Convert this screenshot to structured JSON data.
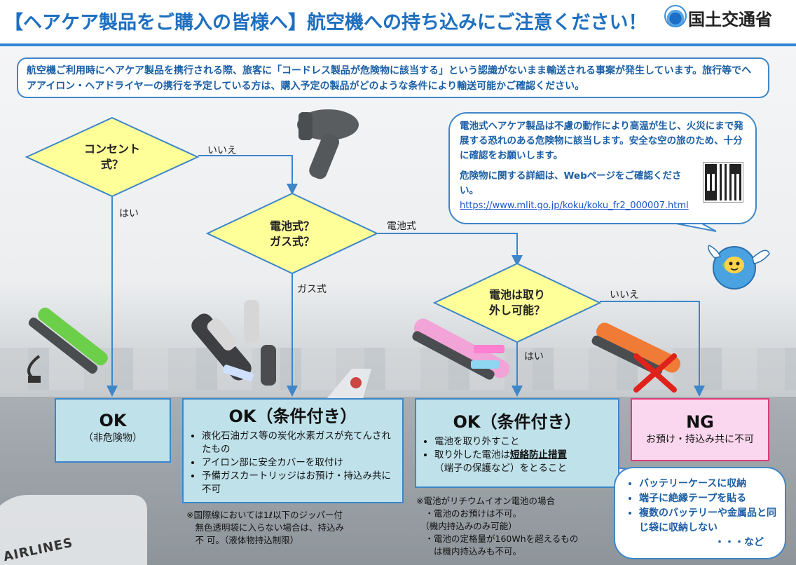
{
  "header": {
    "title": "【ヘアケア製品をご購入の皆様へ】航空機への持ち込みにご注意ください！",
    "org_name": "国土交通省"
  },
  "intro": {
    "text": "航空機ご利用時にヘアケア製品を携行される際、旅客に「コードレス製品が危険物に該当する」という認識がないまま輸送される事案が発生しています。旅行等でヘアアイロン・ヘアドライヤーの携行を予定している方は、購入予定の製品がどのような条件により輸送可能かご確認ください。"
  },
  "callout": {
    "p1": "電池式ヘアケア製品は不慮の動作により高温が生じ、火災にまで発展する恐れのある危険物に該当します。安全な空の旅のため、十分に確認をお願いします。",
    "p2": "危険物に関する詳細は、Webページをご確認ください。",
    "url": "https://www.mlit.go.jp/koku/koku_fr2_000007.html"
  },
  "flow": {
    "q1": {
      "line1": "コンセント",
      "line2": "式？"
    },
    "q2": {
      "line1": "電池式？",
      "line2": "ガス式？"
    },
    "q3": {
      "line1": "電池は取り",
      "line2": "外し可能？"
    },
    "labels": {
      "q1_no": "いいえ",
      "q1_yes": "はい",
      "q2_battery": "電池式",
      "q2_gas": "ガス式",
      "q3_no": "いいえ",
      "q3_yes": "はい"
    }
  },
  "results": {
    "ok1": {
      "head": "OK",
      "sub": "（非危険物）"
    },
    "ok2": {
      "head": "OK（条件付き）",
      "items": [
        "液化石油ガス等の炭化水素ガスが充てんされたもの",
        "アイロン部に安全カバーを取付け",
        "予備ガスカートリッジはお預け・持込み共に不可"
      ]
    },
    "ok3": {
      "head": "OK（条件付き）",
      "item1": "電池を取り外すこと",
      "item2_pre": "取り外した電池は",
      "item2_em": "短絡防止措置",
      "item2_post": "（端子の保護など）をとること"
    },
    "ng": {
      "head": "NG",
      "sub": "お預け・持込み共に不可"
    }
  },
  "notes": {
    "gas": [
      "※国際線においては1ℓ以下のジッパー付",
      "　無色透明袋に入らない場合は、持込み",
      "　不 可。（液体物持込制限）"
    ],
    "battery": [
      "※電池がリチウムイオン電池の場合",
      "　・電池のお預けは不可。",
      "　（機内持込みのみ可能）",
      "　・電池の定格量が160Whを超えるもの",
      "　　は機内持込みも不可。"
    ]
  },
  "tips": {
    "items": [
      "バッテリーケースに収納",
      "端子に絶縁テープを貼る",
      "複数のバッテリーや金属品と同じ袋に収納しない"
    ],
    "etc": "・・・など"
  },
  "background": {
    "plane_text": "AIRLINES"
  },
  "colors": {
    "title_blue": "#1e6fc0",
    "decision_fill": "#ffff99",
    "result_fill": "#bfe1ea",
    "ng_fill": "#fbd7ef",
    "ng_border": "#e03b7a",
    "border_blue": "#3e86c8"
  }
}
